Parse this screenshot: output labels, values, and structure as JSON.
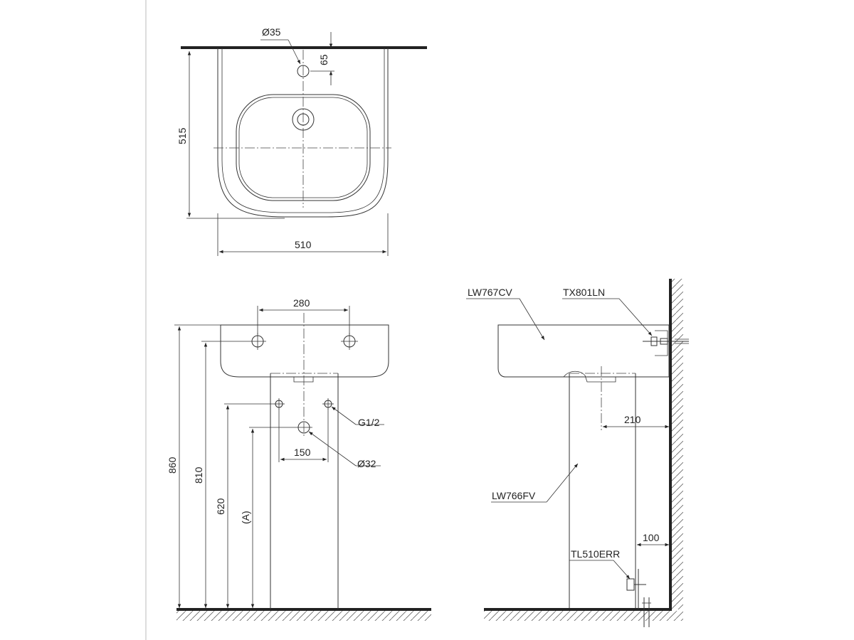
{
  "top_view": {
    "dia_faucet_hole": "Ø35",
    "offset_from_wall": "65",
    "depth": "515",
    "width": "510"
  },
  "front_view": {
    "fixing_spacing": "280",
    "total_height": "860",
    "fixing_height": "810",
    "supply_height": "620",
    "drain_height": "(A)",
    "supply_spacing": "150",
    "supply_thread": "G1/2",
    "drain_dia": "Ø32"
  },
  "side_view": {
    "basin_model": "LW767CV",
    "fixing_model": "TX801LN",
    "pedestal_model": "LW766FV",
    "trap_model": "TL510ERR",
    "drain_from_wall": "210",
    "pedestal_from_wall": "100"
  }
}
